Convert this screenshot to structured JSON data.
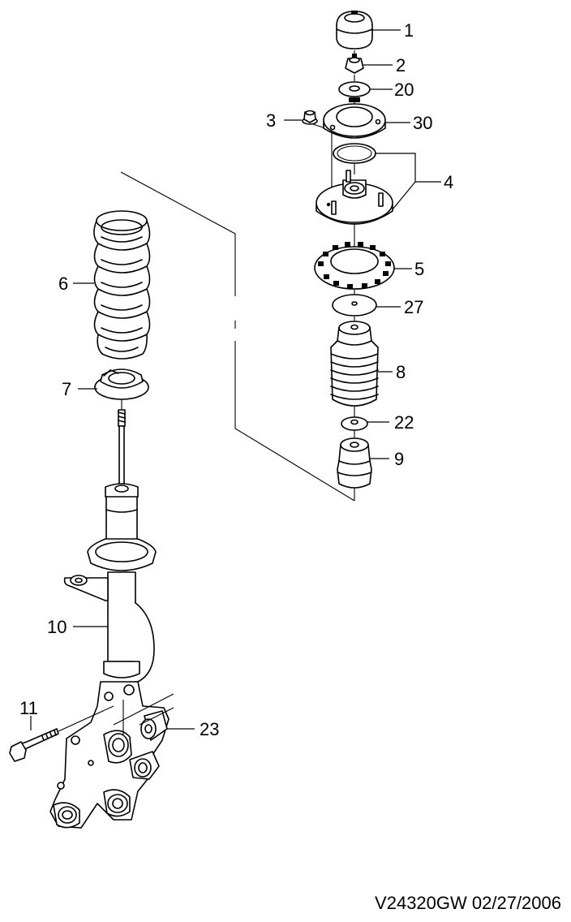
{
  "callouts": {
    "c1": "1",
    "c2": "2",
    "c20": "20",
    "c3": "3",
    "c30": "30",
    "c4": "4",
    "c5": "5",
    "c27": "27",
    "c8": "8",
    "c22": "22",
    "c9": "9",
    "c6": "6",
    "c7": "7",
    "c10": "10",
    "c11": "11",
    "c23": "23"
  },
  "footer": {
    "drawing_id": "V24320GW  02/27/2006"
  }
}
